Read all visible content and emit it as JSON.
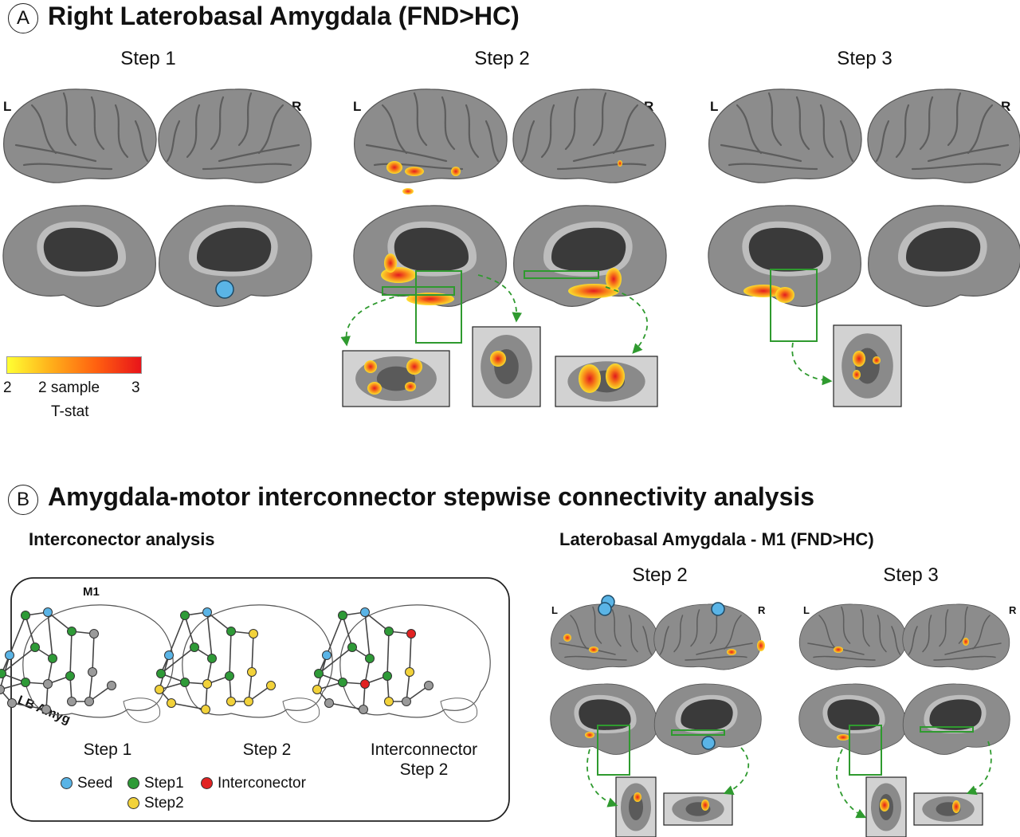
{
  "panel_a": {
    "letter": "A",
    "title": "Right Laterobasal Amygdala (FND>HC)",
    "steps": [
      "Step 1",
      "Step 2",
      "Step 3"
    ],
    "left_label": "L",
    "right_label": "R",
    "colorbar": {
      "min_label": "2",
      "mid_label": "2 sample",
      "max_label": "3",
      "caption": "T-stat",
      "colors": [
        "#ffff33",
        "#ffae1a",
        "#ff6010",
        "#e8141a"
      ]
    }
  },
  "panel_b": {
    "letter": "B",
    "title": "Amygdala-motor interconnector stepwise connectivity analysis",
    "left_subtitle": "Interconector analysis",
    "right_subtitle": "Laterobasal Amygdala - M1 (FND>HC)",
    "m1_label": "M1",
    "lb_label": "LB Amyg",
    "diagram_steps": [
      "Step 1",
      "Step 2",
      "Interconnector\nStep 2"
    ],
    "right_steps": [
      "Step 2",
      "Step 3"
    ],
    "left_label": "L",
    "right_label": "R",
    "legend": {
      "seed": "Seed",
      "step1": "Step1",
      "step2": "Step2",
      "interconector": "Interconector"
    }
  },
  "colors": {
    "seed": "#5ab4e6",
    "step1": "#2e9a37",
    "step2": "#f2d23a",
    "interconector": "#e12222",
    "other_node": "#9a9a9a",
    "box": "#2f9a2f",
    "cortex": "#8c8c8c",
    "medial_wall": "#3a3a3a"
  }
}
